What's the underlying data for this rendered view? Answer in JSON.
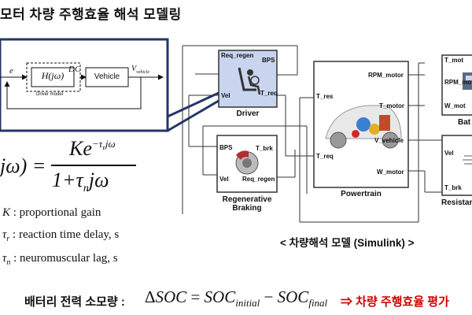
{
  "title": "모터 차량 주행효율 해석 모델링",
  "driver_diagram": {
    "input_e": "e",
    "transfer": "H(jω)",
    "dc_label": "DC",
    "vehicle_block": "Vehicle",
    "v_vehicle": "V",
    "v_vehicle_sub": "vehicle",
    "driver_model_caption": "Driver model"
  },
  "equation": {
    "lhs": "jω) =",
    "numerator": "Ke",
    "numerator_exp": "−τ",
    "numerator_exp_sub": "r",
    "numerator_exp_tail": "jω",
    "denominator": "1+τ",
    "denominator_sub": "n",
    "denominator_tail": "jω"
  },
  "legend": [
    {
      "symbol": "K",
      "sub": "",
      "text": ": proportional gain"
    },
    {
      "symbol": "τ",
      "sub": "r",
      "text": ": reaction time delay, s"
    },
    {
      "symbol": "τ",
      "sub": "n",
      "text": ": neuromuscular lag, s"
    }
  ],
  "simulink": {
    "caption": "< 차량해석 모델 (Simulink) >",
    "driver": {
      "label": "Driver",
      "ports": [
        "Req_regen",
        "BPS",
        "Vel",
        "T_req"
      ]
    },
    "regen": {
      "label1": "Regenerative",
      "label2": "Braking",
      "ports": [
        "BPS",
        "T_brk",
        "Vel",
        "Req_regen"
      ]
    },
    "powertrain": {
      "label": "Powertrain",
      "ports": [
        "RPM_motor",
        "T_res",
        "T_motor",
        "V_vehicle",
        "T_req",
        "W_motor"
      ]
    },
    "battery": {
      "label": "Bat",
      "ports": [
        "T_mot",
        "RPM_mo",
        "W_mot"
      ]
    },
    "resistance": {
      "label": "Resistan",
      "ports": [
        "Vel",
        "T_brk"
      ]
    }
  },
  "bottom": {
    "label": "배터리 전력 소모량 :",
    "delta": "Δ",
    "soc": "SOC",
    "eq": "=",
    "sub_initial": "initial",
    "minus": "−",
    "sub_final": "final",
    "result": "⇒ 차량 주행효율 평가"
  },
  "colors": {
    "driver_block": "#c9d5ee",
    "callout_border": "#23366a",
    "result_text": "#d00000"
  }
}
